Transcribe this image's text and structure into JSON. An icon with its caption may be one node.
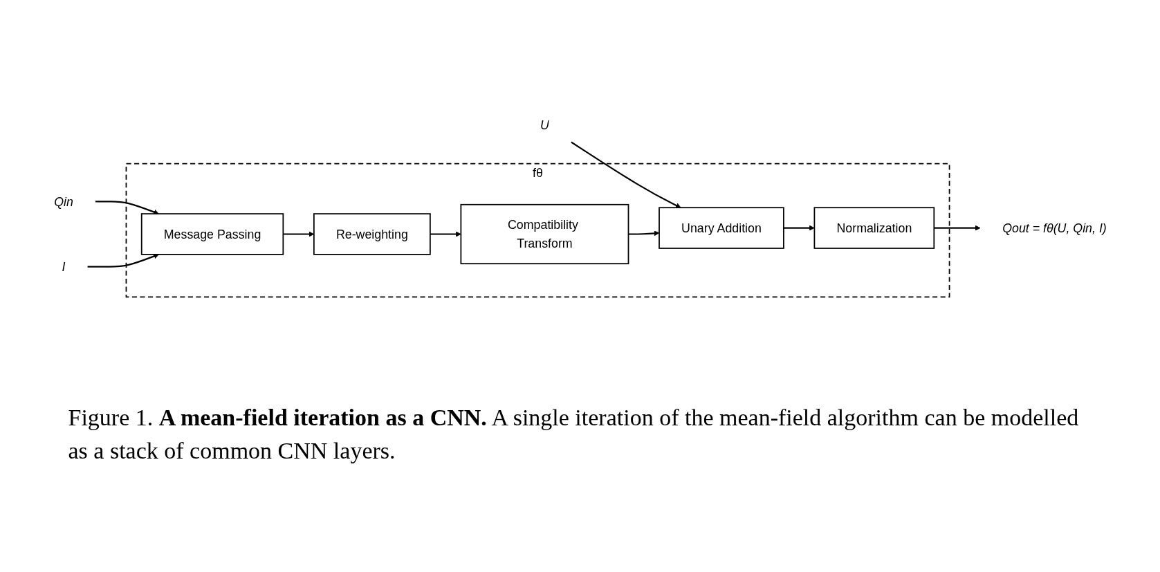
{
  "diagram": {
    "caption": "Figure 1. **A mean-field iteration as a CNN.** A single iteration of the mean-field algorithm can be modelled as a stack of common CNN layers.",
    "nodes": [
      {
        "text": [
          "fθ"
        ]
      },
      {
        "text": [
          "Message Passing"
        ],
        "in": 0
      },
      {
        "text": [
          "Re-weighting"
        ],
        "in": 0
      },
      {
        "text": [
          "Compatibility Transform"
        ],
        "in": 0
      },
      {
        "text": [
          "Unary Addition"
        ],
        "in": 0
      },
      {
        "text": [
          "Normalization"
        ],
        "in": 0
      },
      {
        "text": [
          "U"
        ]
      },
      {
        "text": [
          "Qin"
        ]
      },
      {
        "text": [
          "I"
        ]
      },
      {
        "text": [
          "Qout = fθ(U, Qin, I)"
        ]
      }
    ],
    "edges": [
      {
        "from": 6,
        "to": 4,
        "arrow": "to"
      },
      {
        "from": 7,
        "to": 1,
        "arrow": "to"
      },
      {
        "from": 8,
        "to": 1,
        "arrow": "to"
      },
      {
        "from": 1,
        "to": 2,
        "arrow": "to"
      },
      {
        "from": 2,
        "to": 3,
        "arrow": "to"
      },
      {
        "from": 3,
        "to": 4,
        "arrow": "to"
      },
      {
        "from": 4,
        "to": 5,
        "arrow": "to"
      },
      {
        "from": 5,
        "to": 9,
        "arrow": "to"
      }
    ]
  }
}
